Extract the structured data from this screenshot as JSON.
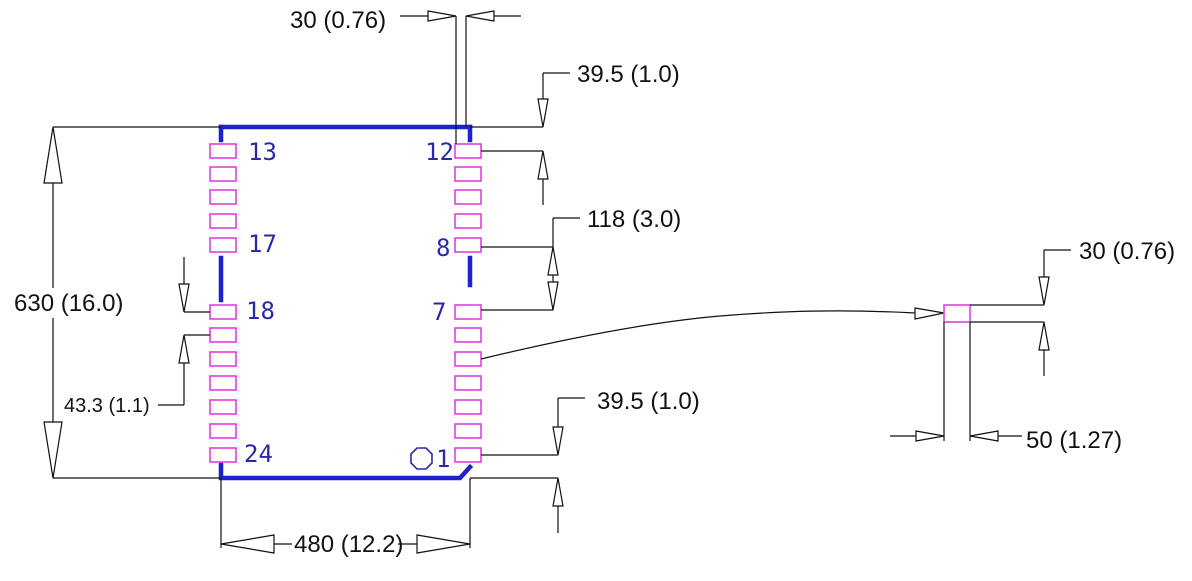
{
  "dimensions": {
    "pin_width": "30 (0.76)",
    "top_edge_to_pin": "39.5 (1.0)",
    "pin_group_gap": "118 (3.0)",
    "pad_width_detail": "30 (0.76)",
    "module_height": "630 (16.0)",
    "pin_pitch": "43.3 (1.1)",
    "bottom_edge_to_pin": "39.5 (1.0)",
    "pad_length_detail": "50 (1.27)",
    "module_width": "480 (12.2)"
  },
  "pins": {
    "p13": "13",
    "p17": "17",
    "p18": "18",
    "p24": "24",
    "p12": "12",
    "p8": "8",
    "p7": "7",
    "p1": "1"
  },
  "colors": {
    "outline": "#1e22cc",
    "pad": "#e040e0",
    "pin_number": "#2a2aa8",
    "dimension": "#111111"
  },
  "icons": {
    "pin1_marker": "octagon-pin1-marker-icon"
  }
}
